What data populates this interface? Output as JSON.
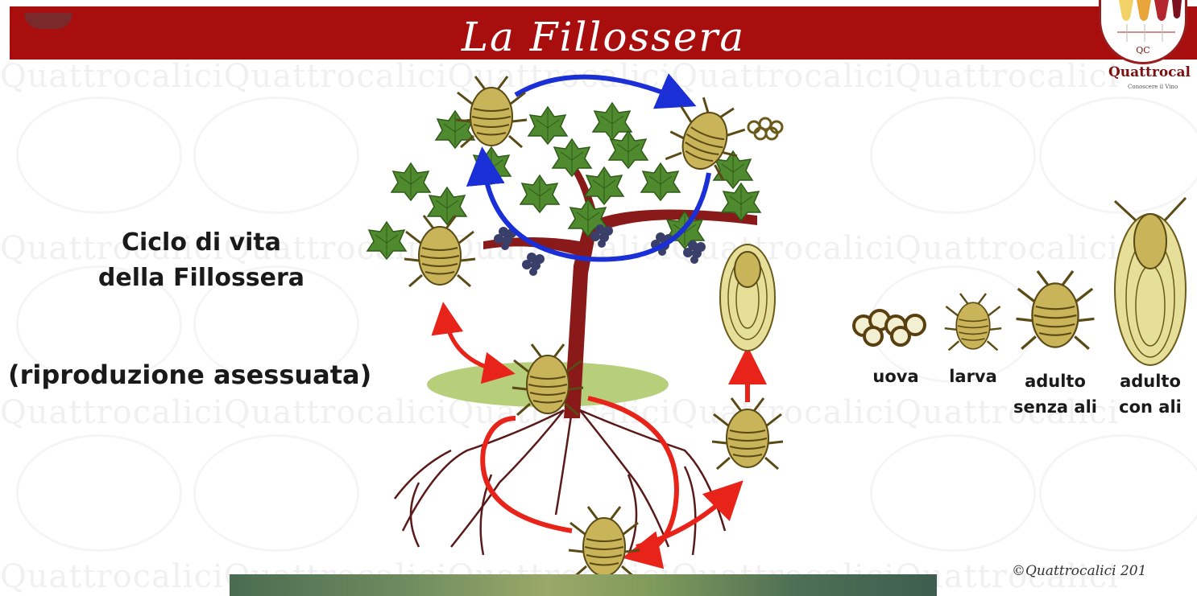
{
  "header": {
    "title": "La Fillossera",
    "color": "#a80e0e"
  },
  "logo": {
    "monogram": "QC",
    "name": "Quattrocal",
    "tagline": "Conoscere il Vino"
  },
  "watermark_text": "QuattrocaliciQuattrocaliciQuattrocaliciQuattrocaliciQuattrocalici",
  "diagram": {
    "heading_line1": "Ciclo di vita",
    "heading_line2": "della Fillossera",
    "subheading": "(riproduzione asessuata)",
    "colors": {
      "top_cycle_arrow": "#1a2fd6",
      "bottom_cycle_arrow": "#e8231a",
      "trunk": "#8a1a1a",
      "leaf": "#4f8a2e",
      "insect": "#c9b45a",
      "soil": "#b7cf7a"
    }
  },
  "legend": {
    "items": [
      {
        "label_line1": "uova",
        "label_line2": "",
        "icon": "eggs-icon"
      },
      {
        "label_line1": "larva",
        "label_line2": "",
        "icon": "larva-icon"
      },
      {
        "label_line1": "adulto",
        "label_line2": "senza ali",
        "icon": "wingless-adult-icon"
      },
      {
        "label_line1": "adulto",
        "label_line2": "con ali",
        "icon": "winged-adult-icon"
      }
    ]
  },
  "footer": {
    "copyright": "©Quattrocalici 201"
  }
}
